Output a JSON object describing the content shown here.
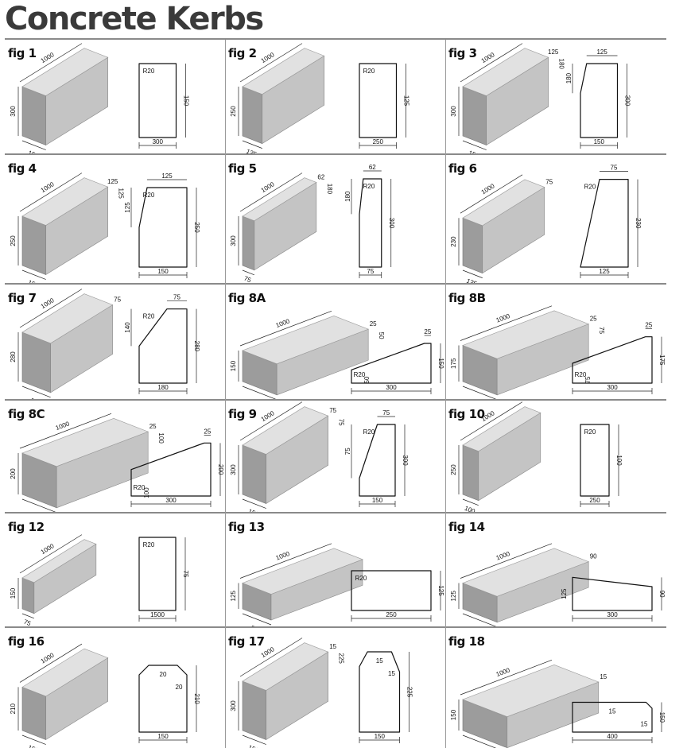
{
  "title": "Concrete Kerbs",
  "figures": [
    {
      "label": "fig 1",
      "type": "rect",
      "w": 150,
      "h": 300,
      "t": 0,
      "r": "R20",
      "pdims": [
        "1000",
        "300",
        "150"
      ],
      "sdims": [
        "150",
        "300"
      ]
    },
    {
      "label": "fig 2",
      "type": "rect",
      "w": 125,
      "h": 250,
      "t": 0,
      "r": "R20",
      "pdims": [
        "1000",
        "250",
        "125"
      ],
      "sdims": [
        "125",
        "250"
      ]
    },
    {
      "label": "fig 3",
      "type": "cham",
      "w": 150,
      "h": 300,
      "t": 125,
      "c": 180,
      "r": "",
      "pdims": [
        "1000",
        "300",
        "150",
        "125",
        "180"
      ],
      "sdims": [
        "125",
        "180",
        "300",
        "150"
      ]
    },
    {
      "label": "fig 4",
      "type": "cham",
      "w": 150,
      "h": 250,
      "t": 125,
      "c": 125,
      "r": "R20",
      "pdims": [
        "1000",
        "250",
        "150",
        "125",
        "125"
      ],
      "sdims": [
        "125",
        "125",
        "250",
        "150"
      ]
    },
    {
      "label": "fig 5",
      "type": "cham",
      "w": 75,
      "h": 300,
      "t": 62,
      "c": 180,
      "r": "R20",
      "pdims": [
        "1000",
        "300",
        "75",
        "62",
        "180"
      ],
      "sdims": [
        "62",
        "180",
        "300",
        "75"
      ]
    },
    {
      "label": "fig 6",
      "type": "taper",
      "w": 125,
      "h": 230,
      "t": 75,
      "r": "R20",
      "pdims": [
        "1000",
        "230",
        "125",
        "75"
      ],
      "sdims": [
        "75",
        "230",
        "125"
      ]
    },
    {
      "label": "fig 7",
      "type": "bull",
      "w": 180,
      "h": 280,
      "t": 75,
      "c": 140,
      "r": "R20",
      "pdims": [
        "1000",
        "280",
        "180",
        "75"
      ],
      "sdims": [
        "75",
        "140",
        "280",
        "180"
      ]
    },
    {
      "label": "fig 8A",
      "type": "drop",
      "w": 300,
      "h": 150,
      "t": 25,
      "c": 50,
      "r": "R20",
      "pdims": [
        "1000",
        "150",
        "300",
        "25",
        "50"
      ],
      "sdims": [
        "25",
        "150",
        "R20",
        "50",
        "300"
      ]
    },
    {
      "label": "fig 8B",
      "type": "drop",
      "w": 300,
      "h": 175,
      "t": 25,
      "c": 75,
      "r": "R20",
      "pdims": [
        "1000",
        "175",
        "300",
        "25",
        "75"
      ],
      "sdims": [
        "25",
        "175",
        "R20",
        "75",
        "300"
      ]
    },
    {
      "label": "fig 8C",
      "type": "drop",
      "w": 300,
      "h": 200,
      "t": 25,
      "c": 100,
      "r": "R20",
      "pdims": [
        "1000",
        "200",
        "300",
        "25",
        "100"
      ],
      "sdims": [
        "25",
        "200",
        "R20",
        "100",
        "300"
      ]
    },
    {
      "label": "fig 9",
      "type": "bull",
      "w": 150,
      "h": 300,
      "t": 75,
      "c": 75,
      "r": "R20",
      "pdims": [
        "1000",
        "300",
        "150",
        "75",
        "75"
      ],
      "sdims": [
        "75",
        "75",
        "300",
        "150"
      ]
    },
    {
      "label": "fig 10",
      "type": "rect",
      "w": 100,
      "h": 250,
      "t": 0,
      "r": "R20",
      "pdims": [
        "1000",
        "250",
        "100"
      ],
      "sdims": [
        "100",
        "250"
      ]
    },
    {
      "label": "fig 12",
      "type": "rect",
      "w": 75,
      "h": 150,
      "t": 0,
      "r": "R20",
      "pdims": [
        "1000",
        "150",
        "75"
      ],
      "sdims": [
        "75",
        "1500"
      ]
    },
    {
      "label": "fig 13",
      "type": "flat",
      "w": 250,
      "h": 125,
      "t": 0,
      "r": "R20",
      "pdims": [
        "1000",
        "125",
        "250"
      ],
      "sdims": [
        "125",
        "250"
      ]
    },
    {
      "label": "fig 14",
      "type": "slope",
      "w": 300,
      "h": 125,
      "t": 90,
      "r": "",
      "pdims": [
        "1000",
        "125",
        "300",
        "90"
      ],
      "sdims": [
        "125",
        "90",
        "300"
      ]
    },
    {
      "label": "fig 16",
      "type": "oct",
      "w": 150,
      "h": 210,
      "t": 20,
      "r": "",
      "pdims": [
        "1000",
        "210",
        "150"
      ],
      "sdims": [
        "20",
        "20",
        "210",
        "150"
      ]
    },
    {
      "label": "fig 17",
      "type": "oct2",
      "w": 150,
      "h": 300,
      "t": 15,
      "c": 225,
      "r": "",
      "pdims": [
        "1000",
        "300",
        "150",
        "15",
        "225"
      ],
      "sdims": [
        "15",
        "15",
        "300",
        "225",
        "150"
      ]
    },
    {
      "label": "fig 18",
      "type": "wide",
      "w": 400,
      "h": 150,
      "t": 15,
      "r": "",
      "pdims": [
        "1000",
        "150",
        "400",
        "15"
      ],
      "sdims": [
        "15",
        "15",
        "150",
        "400"
      ]
    }
  ]
}
